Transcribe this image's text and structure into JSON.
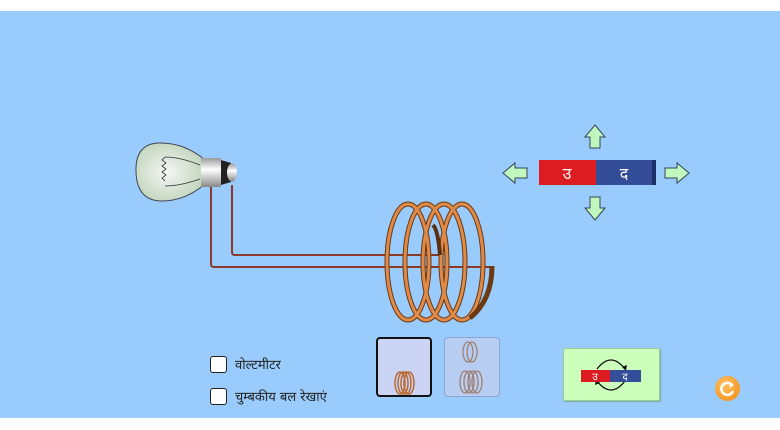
{
  "magnet": {
    "north_label": "उ",
    "south_label": "द",
    "north_color": "#dd1c22",
    "south_color": "#334d99"
  },
  "controls": {
    "voltmeter_label": "वोल्टमीटर",
    "field_lines_label": "चुम्बकीय बल रेखाएं",
    "voltmeter_checked": false,
    "field_lines_checked": false
  },
  "coil_options": {
    "selected": "one-coil"
  },
  "colors": {
    "background": "#99ccfd",
    "wire": "#8b3a2a",
    "button_green": "#ccffbb"
  }
}
